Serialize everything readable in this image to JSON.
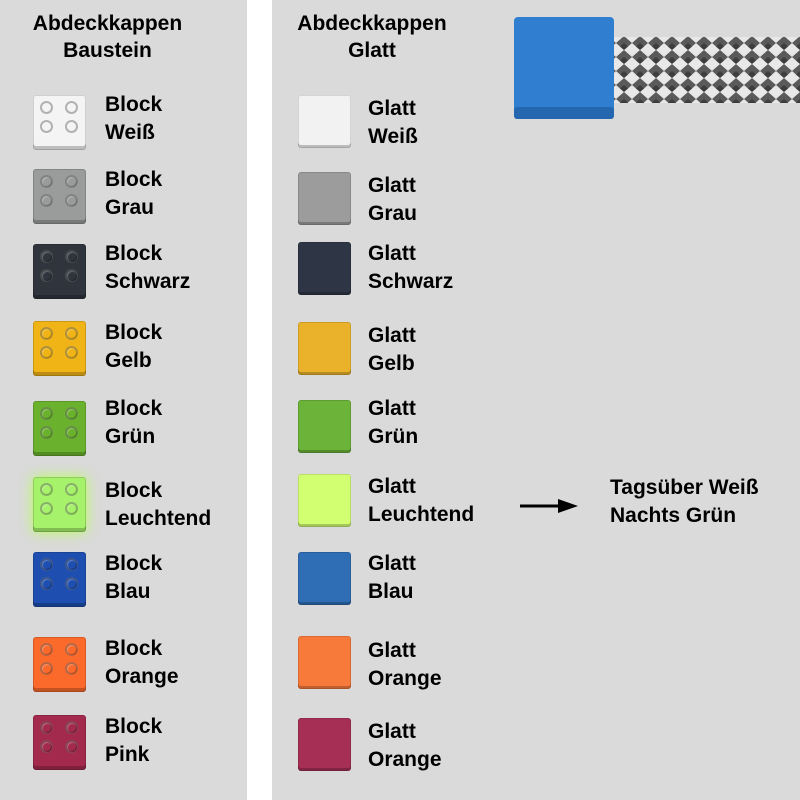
{
  "left": {
    "heading": "Abdeckkappen\nBaustein",
    "items": [
      {
        "line1": "Block",
        "line2": "Weiß",
        "color": "#f4f4f4"
      },
      {
        "line1": "Block",
        "line2": "Grau",
        "color": "#9a9c9b"
      },
      {
        "line1": "Block",
        "line2": "Schwarz",
        "color": "#2f343d"
      },
      {
        "line1": "Block",
        "line2": "Gelb",
        "color": "#f0b416"
      },
      {
        "line1": "Block",
        "line2": "Grün",
        "color": "#6ab22e"
      },
      {
        "line1": "Block",
        "line2": "Leuchtend",
        "color": "#a6f26a"
      },
      {
        "line1": "Block",
        "line2": "Blau",
        "color": "#1e4fb0"
      },
      {
        "line1": "Block",
        "line2": "Orange",
        "color": "#fb6a2b"
      },
      {
        "line1": "Block",
        "line2": "Pink",
        "color": "#a32a4d"
      }
    ]
  },
  "right": {
    "heading": "Abdeckkappen\nGlatt",
    "items": [
      {
        "line1": "Glatt",
        "line2": "Weiß",
        "color": "#f2f2f2"
      },
      {
        "line1": "Glatt",
        "line2": "Grau",
        "color": "#9c9c9c"
      },
      {
        "line1": "Glatt",
        "line2": "Schwarz",
        "color": "#2e3645"
      },
      {
        "line1": "Glatt",
        "line2": "Gelb",
        "color": "#eab22a"
      },
      {
        "line1": "Glatt",
        "line2": "Grün",
        "color": "#6cb33a"
      },
      {
        "line1": "Glatt",
        "line2": "Leuchtend",
        "color": "#d2ff72"
      },
      {
        "line1": "Glatt",
        "line2": "Blau",
        "color": "#2f6db5"
      },
      {
        "line1": "Glatt",
        "line2": "Orange",
        "color": "#f77a3a"
      },
      {
        "line1": "Glatt",
        "line2": "Orange",
        "color": "#a52f55"
      }
    ]
  },
  "glow_note": {
    "line1": "Tagsüber Weiß",
    "line2": "Nachts Grün"
  },
  "sample_cap_color": "#2f7ed0",
  "arrow_icon": "right-arrow-icon"
}
